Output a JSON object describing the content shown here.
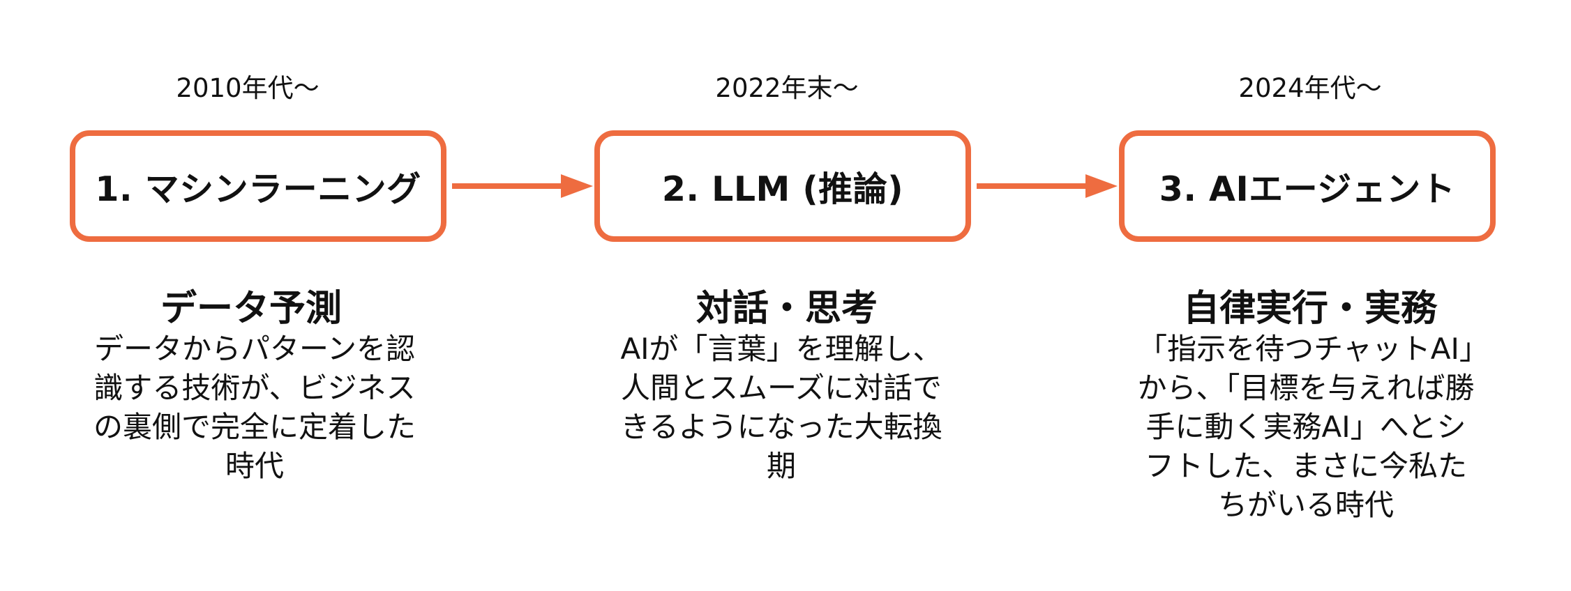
{
  "colors": {
    "accent": "#EE6C40",
    "text": "#111111",
    "background": "#FFFFFF"
  },
  "stages": [
    {
      "period": "2010年代〜",
      "title": "1. マシンラーニング",
      "heading": "データ予測",
      "description": "データからパターンを認識する技術が、ビジネスの裏側で完全に定着した時代"
    },
    {
      "period": "2022年末〜",
      "title": "2. LLM (推論)",
      "heading": "対話・思考",
      "description": "AIが「言葉」を理解し、人間とスムーズに対話できるようになった大転換期"
    },
    {
      "period": "2024年代〜",
      "title": "3. AIエージェント",
      "heading": "自律実行・実務",
      "description": "「指示を待つチャットAI」から、「目標を与えれば勝手に動く実務AI」へとシフトした、まさに今私たちがいる時代"
    }
  ]
}
